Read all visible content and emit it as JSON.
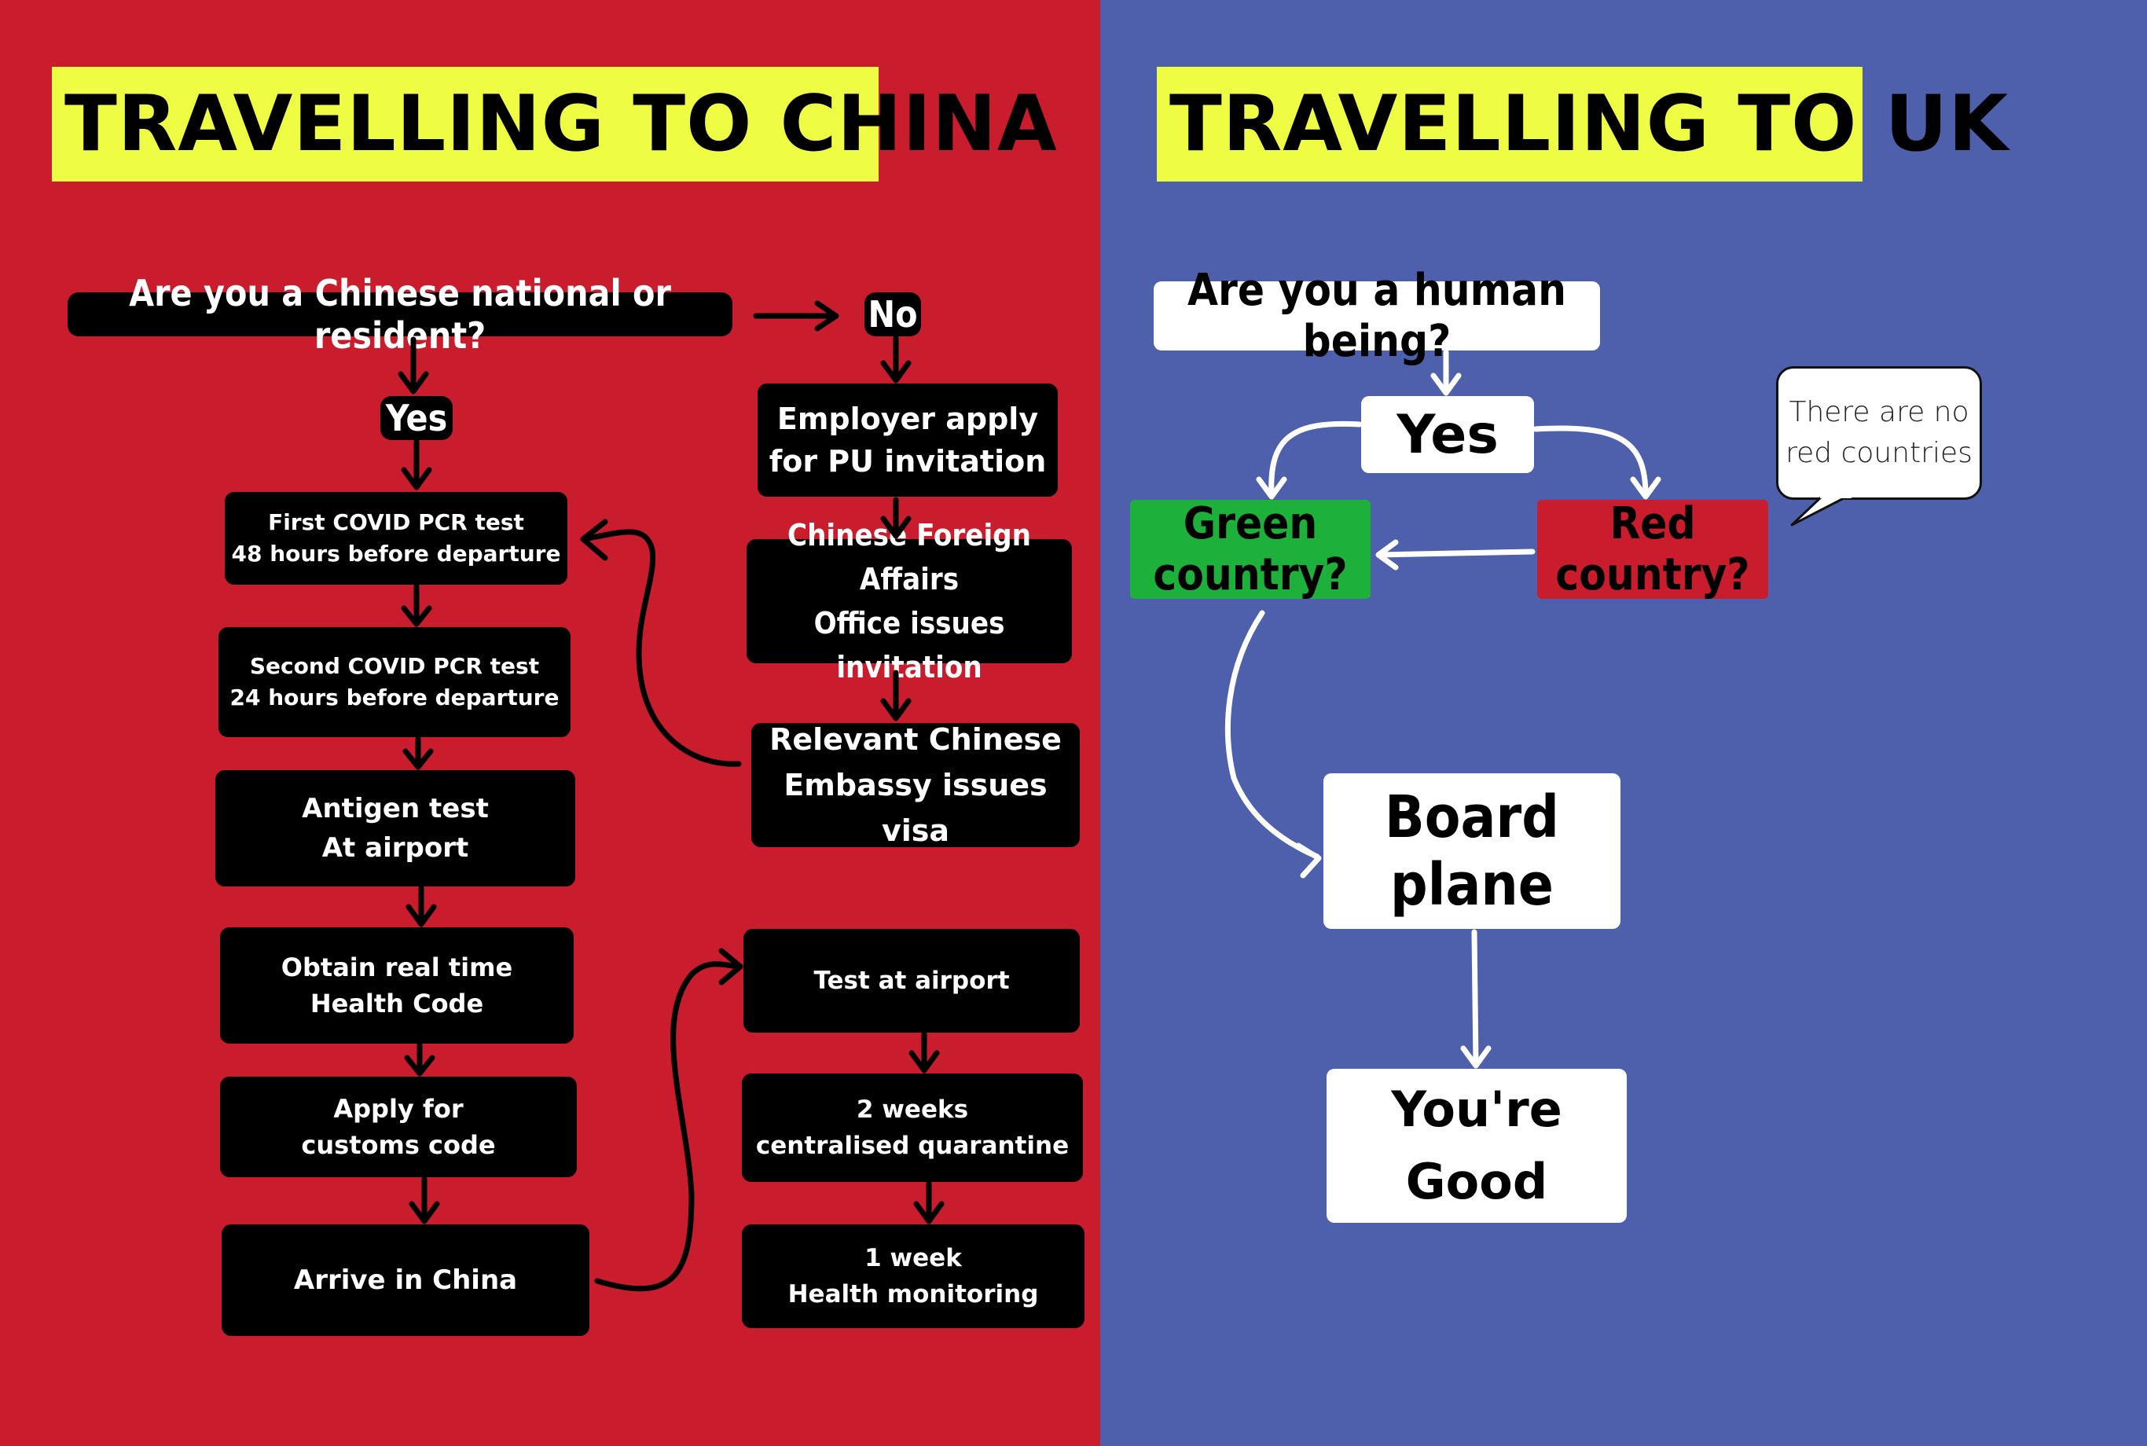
{
  "colors": {
    "china_bg": "#c91d2e",
    "uk_bg": "#4e60ac",
    "title_bg": "#eefc43",
    "green": "#1db13b",
    "red": "#c91d2e"
  },
  "china": {
    "title": "TRAVELLING TO CHINA",
    "question": "Are you a Chinese national or resident?",
    "yes": "Yes",
    "no": "No",
    "yes_steps": [
      "First COVID PCR test\n48 hours before departure",
      "Second COVID PCR test\n24 hours before departure",
      "Antigen test\nAt airport",
      "Obtain real time\nHealth Code",
      "Apply for\ncustoms code",
      "Arrive in China"
    ],
    "no_steps": [
      "Employer apply\nfor PU invitation",
      "Chinese Foreign Affairs\nOffice issues invitation",
      "Relevant Chinese\nEmbassy issues visa"
    ],
    "arrival_steps": [
      "Test at airport",
      "2 weeks\ncentralised quarantine",
      "1 week\nHealth monitoring"
    ]
  },
  "uk": {
    "title": "TRAVELLING TO UK",
    "question": "Are you a human being?",
    "yes": "Yes",
    "green": "Green country?",
    "red": "Red country?",
    "bubble": "There are no\nred countries",
    "board": "Board plane",
    "good": "You're\nGood"
  }
}
